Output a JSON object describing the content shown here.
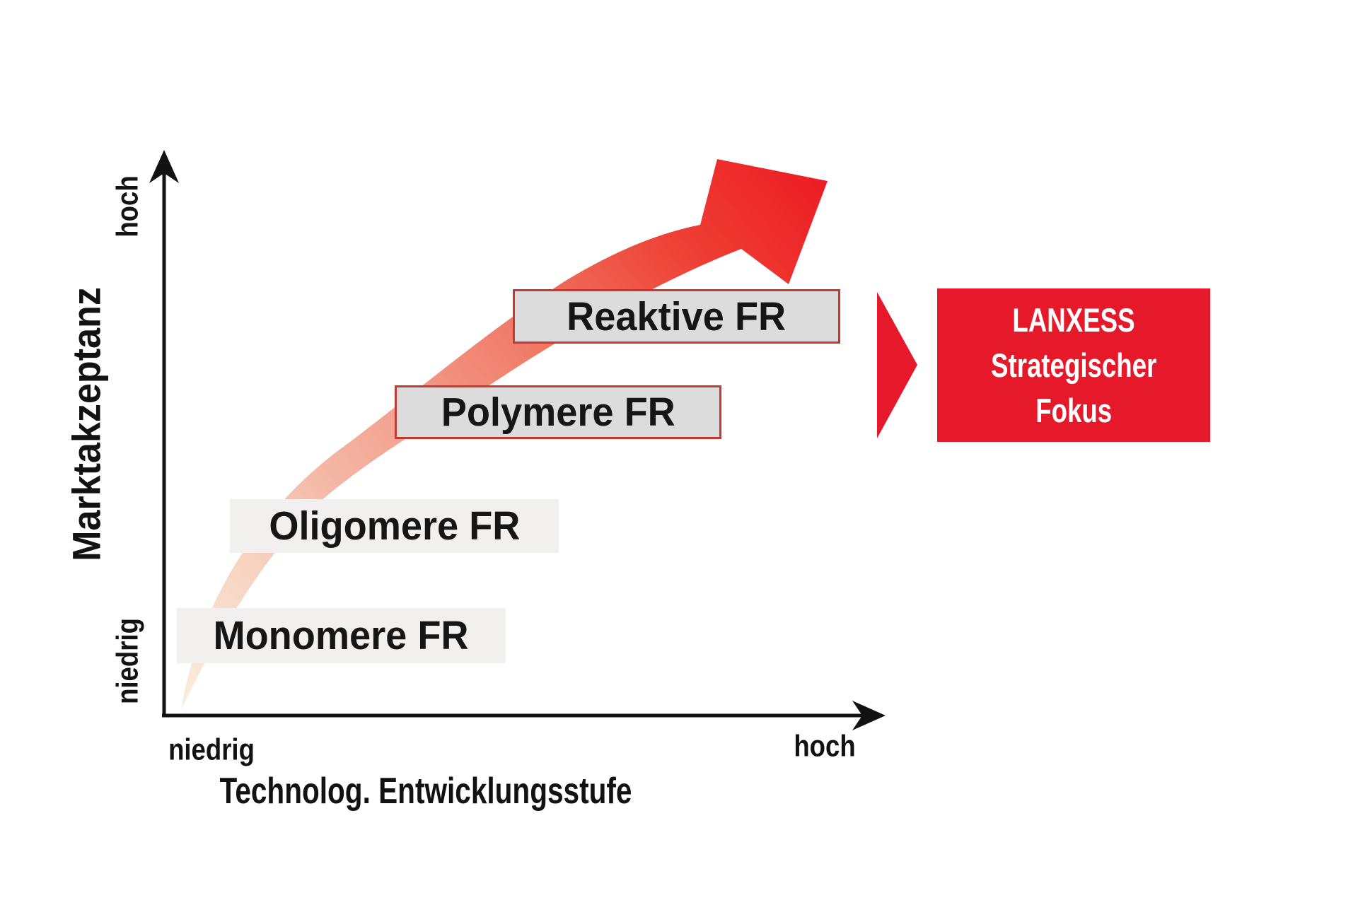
{
  "diagram": {
    "y_axis": {
      "title": "Marktakzeptanz",
      "label_top": "hoch",
      "label_bottom": "niedrig"
    },
    "x_axis": {
      "title": "Technolog. Entwicklungsstufe",
      "label_left": "niedrig",
      "label_right": "hoch"
    },
    "stages": [
      {
        "label": "Monomere FR",
        "highlighted": false,
        "position": "bottom-left (niedrig/niedrig)"
      },
      {
        "label": "Oligomere FR",
        "highlighted": false,
        "position": "lower-middle"
      },
      {
        "label": "Polymere FR",
        "highlighted": true,
        "position": "upper-middle"
      },
      {
        "label": "Reaktive FR",
        "highlighted": true,
        "position": "top-right (hoch/hoch)"
      }
    ]
  },
  "callout": {
    "lines": [
      "LANXESS",
      "Strategischer",
      "Fokus"
    ]
  },
  "colors": {
    "accent_red": "#e6192b",
    "stage_box_gray": "#f1f0ee",
    "stage_box_gray_dark": "#dcdcdc",
    "stage_box_border_red": "#c23a34",
    "swoosh_gradient_start": "#f8eedd",
    "swoosh_gradient_end": "#ed1c24",
    "axis_black": "#121212"
  }
}
